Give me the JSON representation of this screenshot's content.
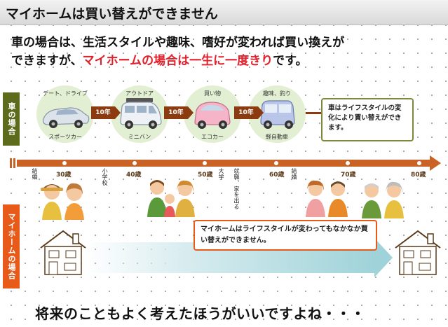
{
  "title": "マイホームは買い替えができません",
  "intro": {
    "line1": "車の場合は、生活スタイルや趣味、嗜好が変われば買い換えが",
    "line2_prefix": "できますが、",
    "line2_highlight": "マイホームの場合は一生に一度きり",
    "line2_suffix": "です。"
  },
  "side_tabs": {
    "car": "車の場合",
    "home": "マイホームの場合"
  },
  "cars": [
    {
      "top_label": "デート、ドライブ",
      "bottom_label": "スポーツカー",
      "color": "#dde3ea"
    },
    {
      "top_label": "アウトドア",
      "bottom_label": "ミニバン",
      "color": "#eef1f5"
    },
    {
      "top_label": "買い物",
      "bottom_label": "エコカー",
      "color": "#f5b4c8"
    },
    {
      "top_label": "趣味、釣り",
      "bottom_label": "軽自動車",
      "color": "#b9c6ea"
    }
  ],
  "intervals": [
    "10年",
    "10年",
    "10年"
  ],
  "car_note": "車はライフスタイルの変化により買い替えができます。",
  "ages": [
    "30歳",
    "40歳",
    "50歳",
    "60歳",
    "70歳",
    "80歳"
  ],
  "events": [
    "結婚",
    "小学校",
    "大学",
    "就職、家を出る",
    "結婚"
  ],
  "home_note": "マイホームはライフスタイルが変わってもなかなか買い替えができません。",
  "closing": "将来のこともよく考えたほうがいいですよね・・・",
  "colors": {
    "accent_red": "#e0202a",
    "car_tab": "#5c6b1c",
    "home_tab": "#e85a1a",
    "timeline": "#c96224",
    "arrow_teal": "#9fd3d9"
  }
}
